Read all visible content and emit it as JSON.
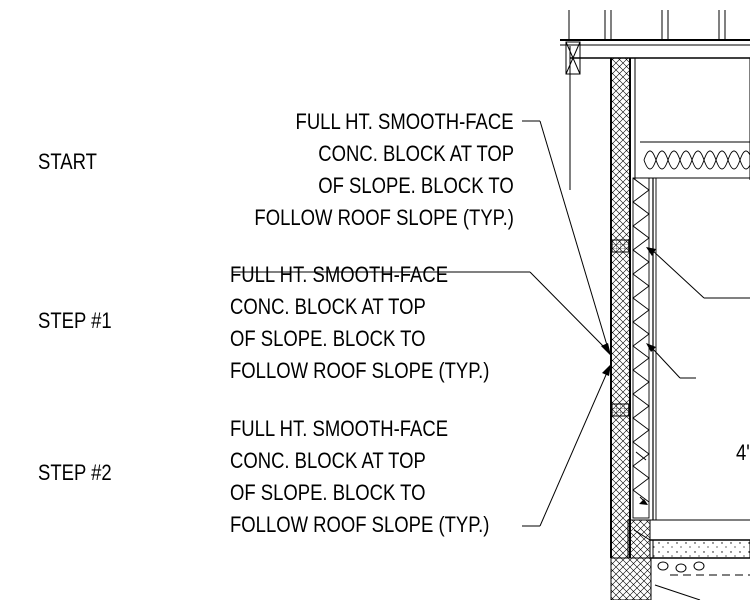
{
  "steps": {
    "start": "START",
    "step1": "STEP #1",
    "step2": "STEP #2"
  },
  "notes": [
    {
      "lines": [
        "FULL HT. SMOOTH-FACE",
        "CONC. BLOCK AT TOP",
        "OF SLOPE. BLOCK TO",
        "FOLLOW ROOF SLOPE (TYP.)"
      ]
    },
    {
      "lines": [
        "FULL HT. SMOOTH-FACE",
        "CONC. BLOCK AT TOP",
        "OF SLOPE. BLOCK TO",
        "FOLLOW ROOF SLOPE (TYP.)"
      ]
    },
    {
      "lines": [
        "FULL HT. SMOOTH-FACE",
        "CONC. BLOCK AT TOP",
        "OF SLOPE. BLOCK TO",
        "FOLLOW ROOF SLOPE (TYP.)"
      ]
    }
  ],
  "cut_off_label": "4'"
}
